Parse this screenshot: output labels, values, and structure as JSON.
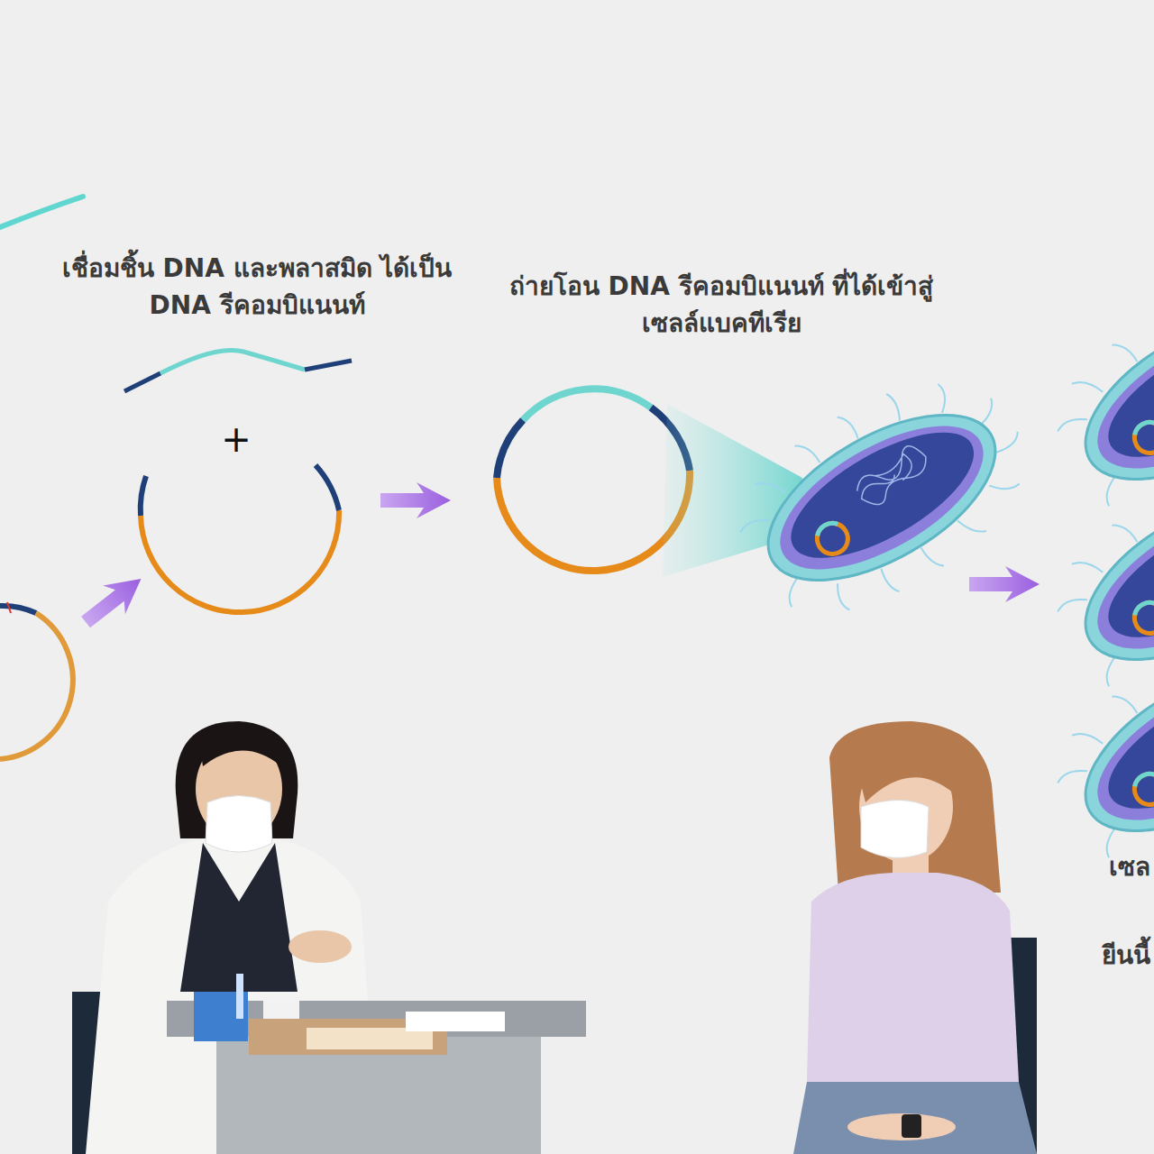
{
  "diagram": {
    "labels": [
      "เชื่อมชิ้น DNA และพลาสมิด ได้เป็น DNA รีคอมบิแนนท์",
      "+",
      "ถ่ายโอน DNA รีคอมบิแนนท์ ที่ได้เข้าสู่เซลล์แบคทีเรีย",
      "เซล",
      "ยีนนี้"
    ]
  }
}
